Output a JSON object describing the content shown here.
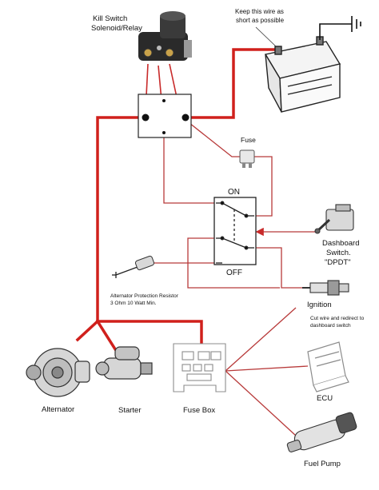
{
  "labels": {
    "kill_switch_line1": "Kill Switch",
    "kill_switch_line2": "Solenoid/Relay",
    "keep_wire_line1": "Keep this wire as",
    "keep_wire_line2": "short as possible",
    "fuse": "Fuse",
    "on": "ON",
    "off": "OFF",
    "dashboard_line1": "Dashboard",
    "dashboard_line2": "Switch.",
    "dashboard_line3": "\"DPDT\"",
    "resistor_line1": "Alternator Protection Resistor",
    "resistor_line2": "3 Ohm 10 Watt Min.",
    "ignition": "Ignition",
    "cut_wire_line1": "Cut wire and redirect to",
    "cut_wire_line2": "dashboard switch",
    "alternator": "Alternator",
    "starter": "Starter",
    "fuse_box": "Fuse Box",
    "ecu": "ECU",
    "fuel_pump": "Fuel Pump"
  },
  "colors": {
    "thick_wire": "#d0201c",
    "thin_wire": "#b83a3a",
    "ink": "#111111",
    "gray_part": "#8c8c8c"
  }
}
